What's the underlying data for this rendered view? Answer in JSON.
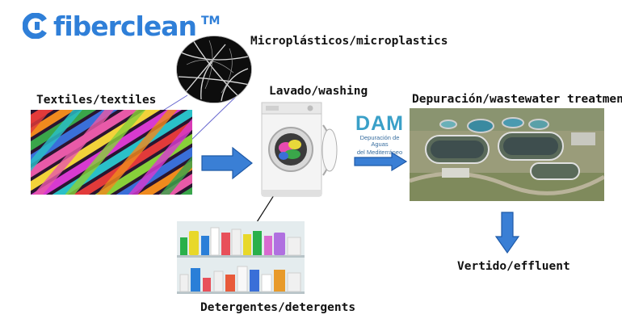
{
  "logo": {
    "text": "fiberclean",
    "trademark": "TM",
    "color": "#2f7fd8"
  },
  "labels": {
    "microplastics": "Microplásticos/microplastics",
    "textiles": "Textiles/textiles",
    "washing": "Lavado/washing",
    "treatment": "Depuración/wastewater treatment",
    "effluent": "Vertido/effluent",
    "detergents": "Detergentes/detergents"
  },
  "dam_logo": {
    "letters": "DAM",
    "subtitle_line1": "Depuración de Aguas",
    "subtitle_line2": "del Mediterráneo",
    "color": "#3aa0c8"
  },
  "colors": {
    "arrow_fill": "#3a7fd5",
    "arrow_stroke": "#1f5aa8"
  }
}
